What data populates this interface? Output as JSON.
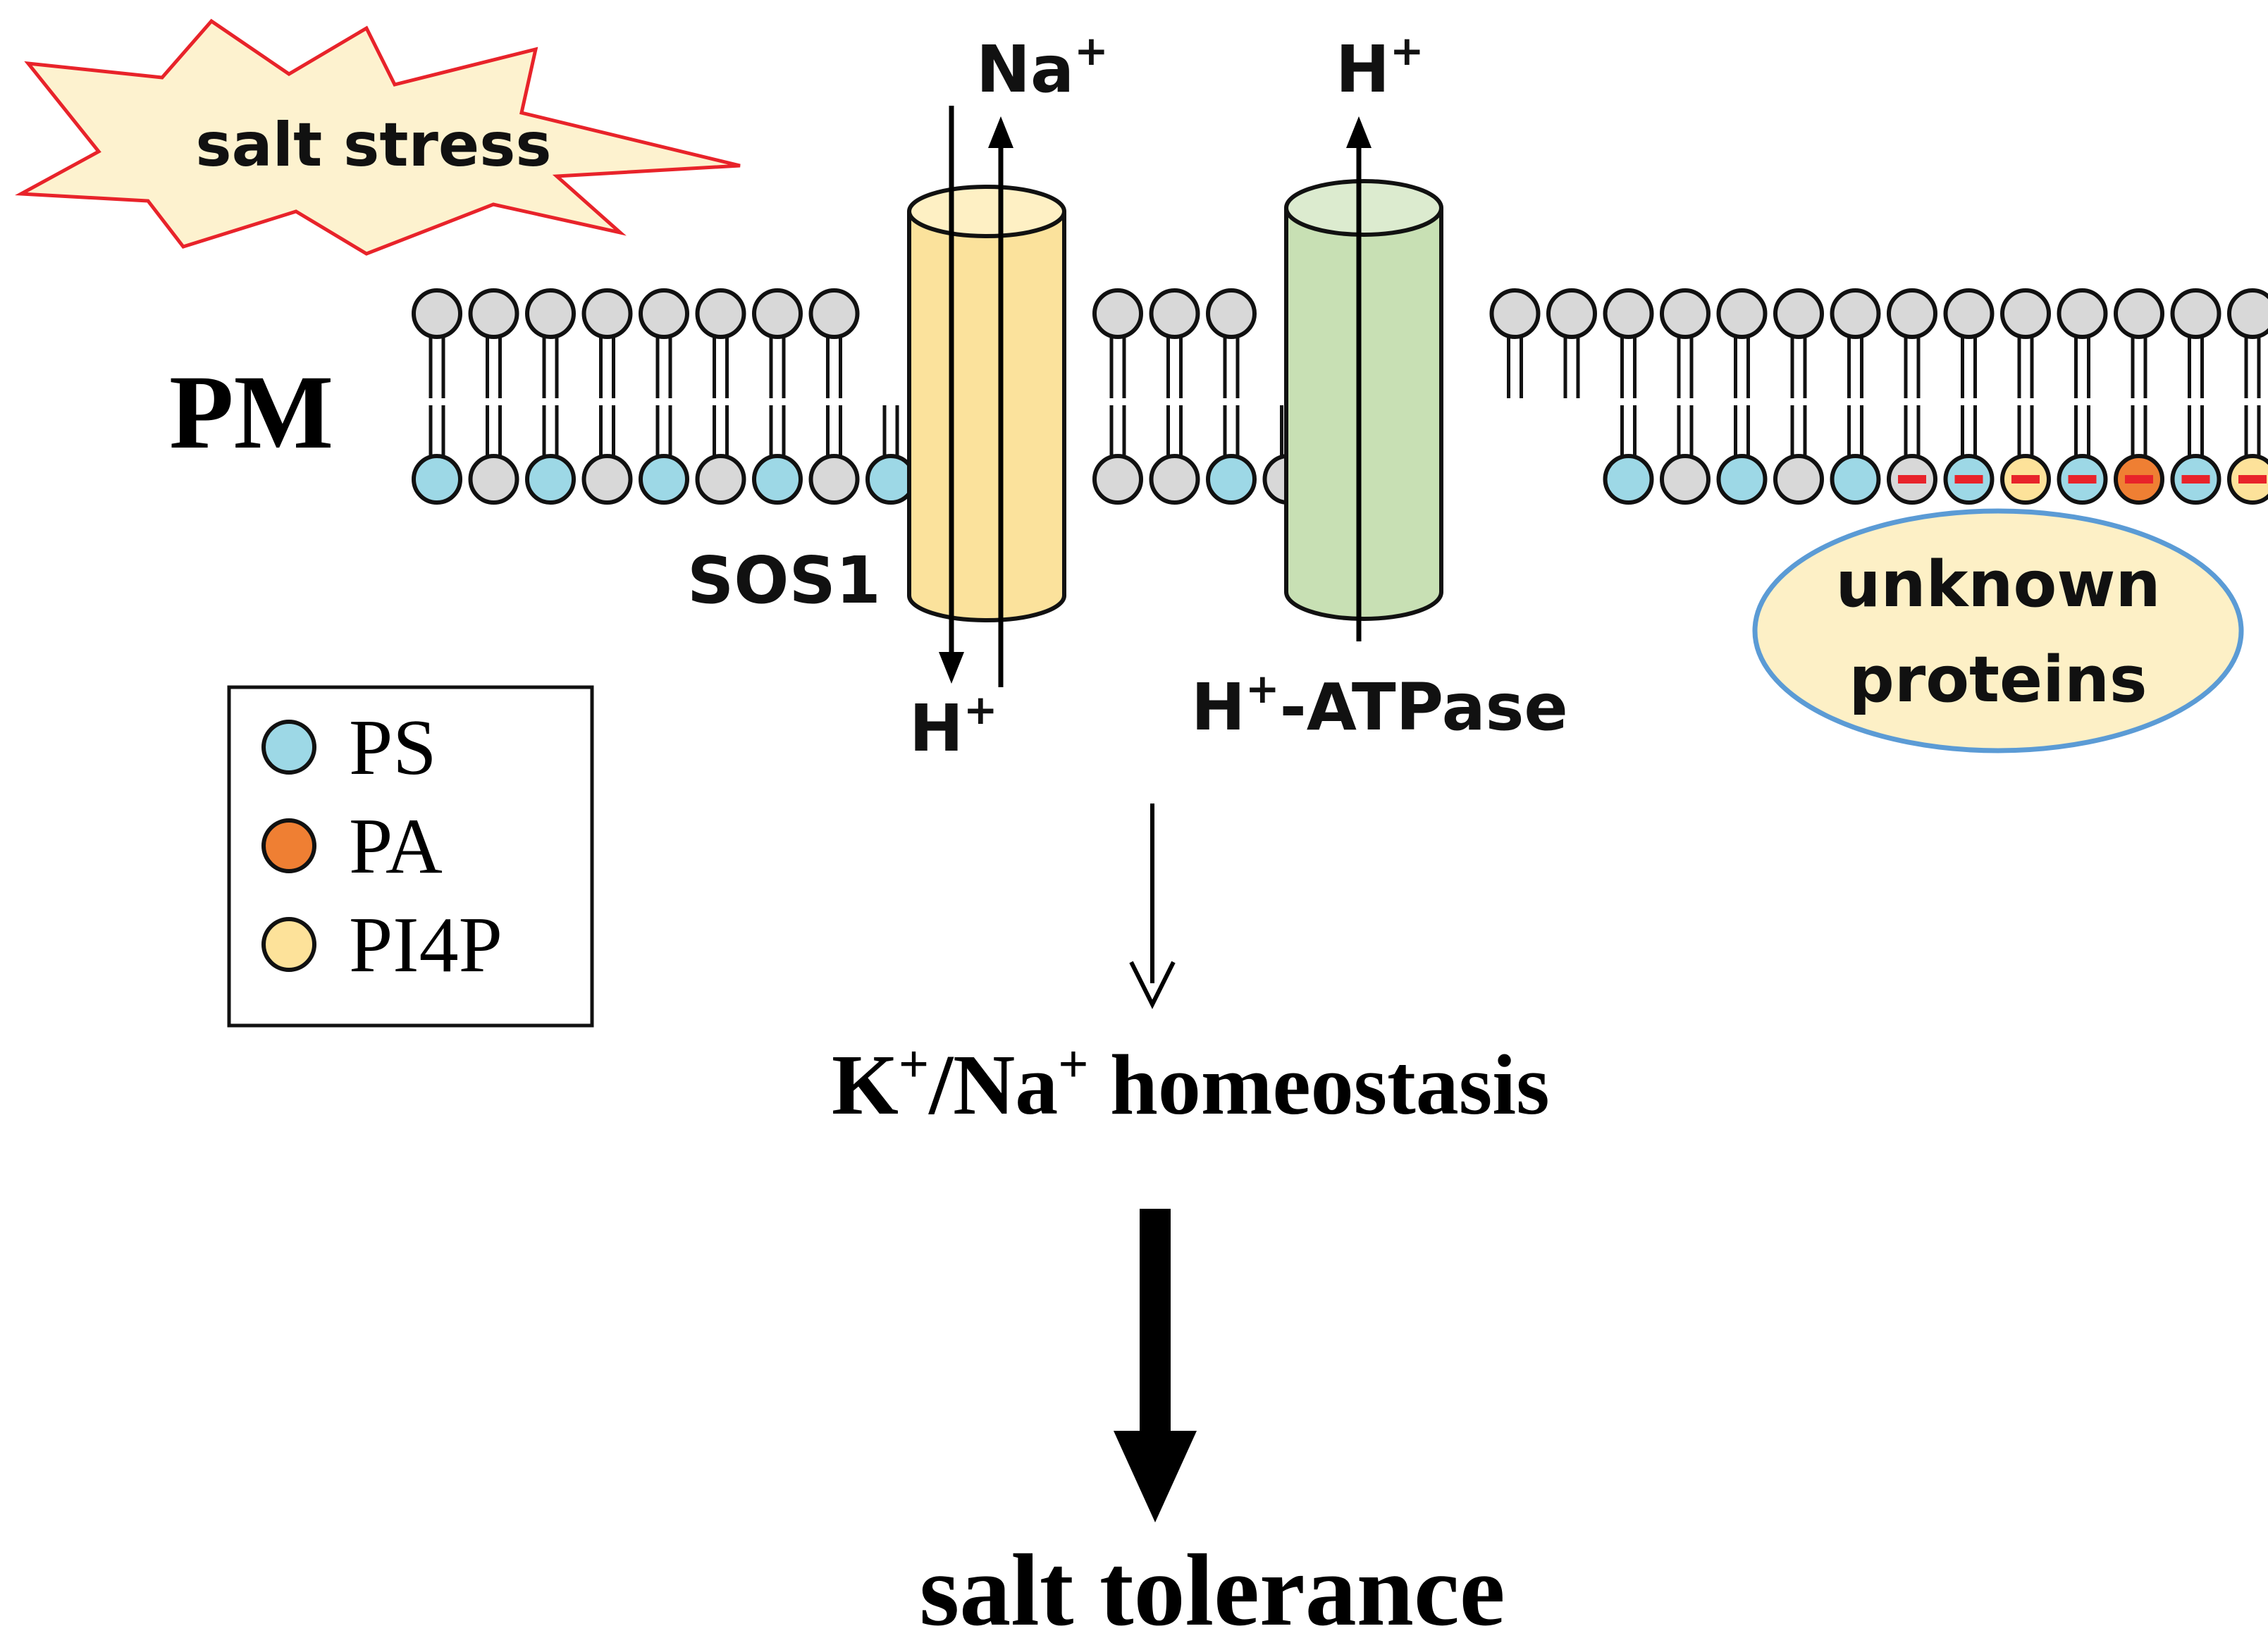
{
  "labels": {
    "salt_stress": "salt stress",
    "pm": "PM",
    "sos1": "SOS1",
    "na_top": "Na",
    "na_top_sup": "+",
    "h_top": "H",
    "h_top_sup": "+",
    "h_bottom": "H",
    "h_bottom_sup": "+",
    "atpase_h": "H",
    "atpase_sup": "+",
    "atpase_rest": "-ATPase",
    "unknown_line1": "unknown",
    "unknown_line2": "proteins",
    "homeostasis_k": "K",
    "homeostasis_k_sup": "+",
    "homeostasis_slash_na": "/Na",
    "homeostasis_na_sup": "+",
    "homeostasis_rest": " homeostasis",
    "salt_tolerance": "salt tolerance"
  },
  "legend": [
    {
      "label": "PS",
      "color": "#9dd8e6"
    },
    {
      "label": "PA",
      "color": "#ef7f33"
    },
    {
      "label": "PI4P",
      "color": "#fde29a"
    }
  ],
  "colors": {
    "lipid_head_default": "#d8d8d8",
    "ps": "#9dd8e6",
    "pa": "#ef7f33",
    "pi4p": "#fde29a",
    "sos1_fill": "#fbe29c",
    "atpase_fill": "#c8e0b4",
    "burst_fill": "#fdf2cf",
    "burst_stroke": "#e8232a",
    "oval_fill": "#fdf0c6",
    "oval_stroke": "#5b9bd5",
    "negative_charge": "#e8232a"
  },
  "membrane": {
    "inner_leaflet_pattern": [
      "PS",
      "default",
      "PS",
      "default",
      "PS",
      "default",
      "PS",
      "default",
      "PS",
      "gap",
      "gap",
      "gap",
      "default",
      "default",
      "PS",
      "default",
      "PS",
      "gap",
      "gap",
      "gap",
      "gap",
      "PS",
      "default",
      "PS",
      "default",
      "PS",
      "default",
      "PS",
      "PI4P",
      "PS",
      "PA",
      "PS",
      "PI4P",
      "PA",
      "default"
    ]
  }
}
